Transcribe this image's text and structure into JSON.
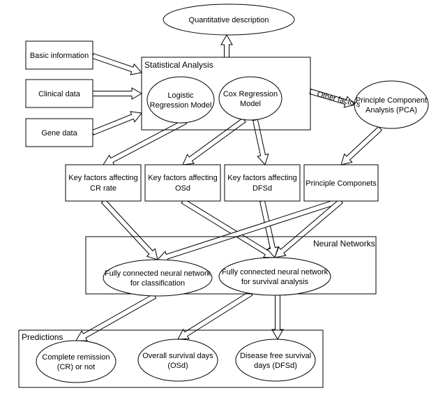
{
  "nodes": {
    "quantitative": "Quantitative description",
    "basic_info": "Basic information",
    "clinical": "Clinical data",
    "gene": "Gene data",
    "logistic": [
      "Logistic",
      "Regression Model"
    ],
    "cox": [
      "Cox Regression",
      "Model"
    ],
    "pca": [
      "Principle Component",
      "Analysis (PCA)"
    ],
    "key_cr": [
      "Key factors affecting",
      "CR rate"
    ],
    "key_os": [
      "Key factors affecting",
      "OSd"
    ],
    "key_dfs": [
      "Key factors affecting",
      "DFSd"
    ],
    "components": "Principle Componets",
    "nn_class": [
      "Fully connected neural network",
      "for classification"
    ],
    "nn_surv": [
      "Fully connected neural network",
      "for survival analysis"
    ],
    "complete_remission": [
      "Complete remission",
      "(CR) or not"
    ],
    "overall_survival": [
      "Overall survival days",
      "(OSd)"
    ],
    "disease_free": [
      "Disease free survival",
      "days (DFSd)"
    ]
  },
  "groups": {
    "statistical": "Statistical Analysis",
    "neural": "Neural Networks",
    "predictions": "Predictions"
  },
  "edge_labels": {
    "other_factors": "Other factors"
  }
}
